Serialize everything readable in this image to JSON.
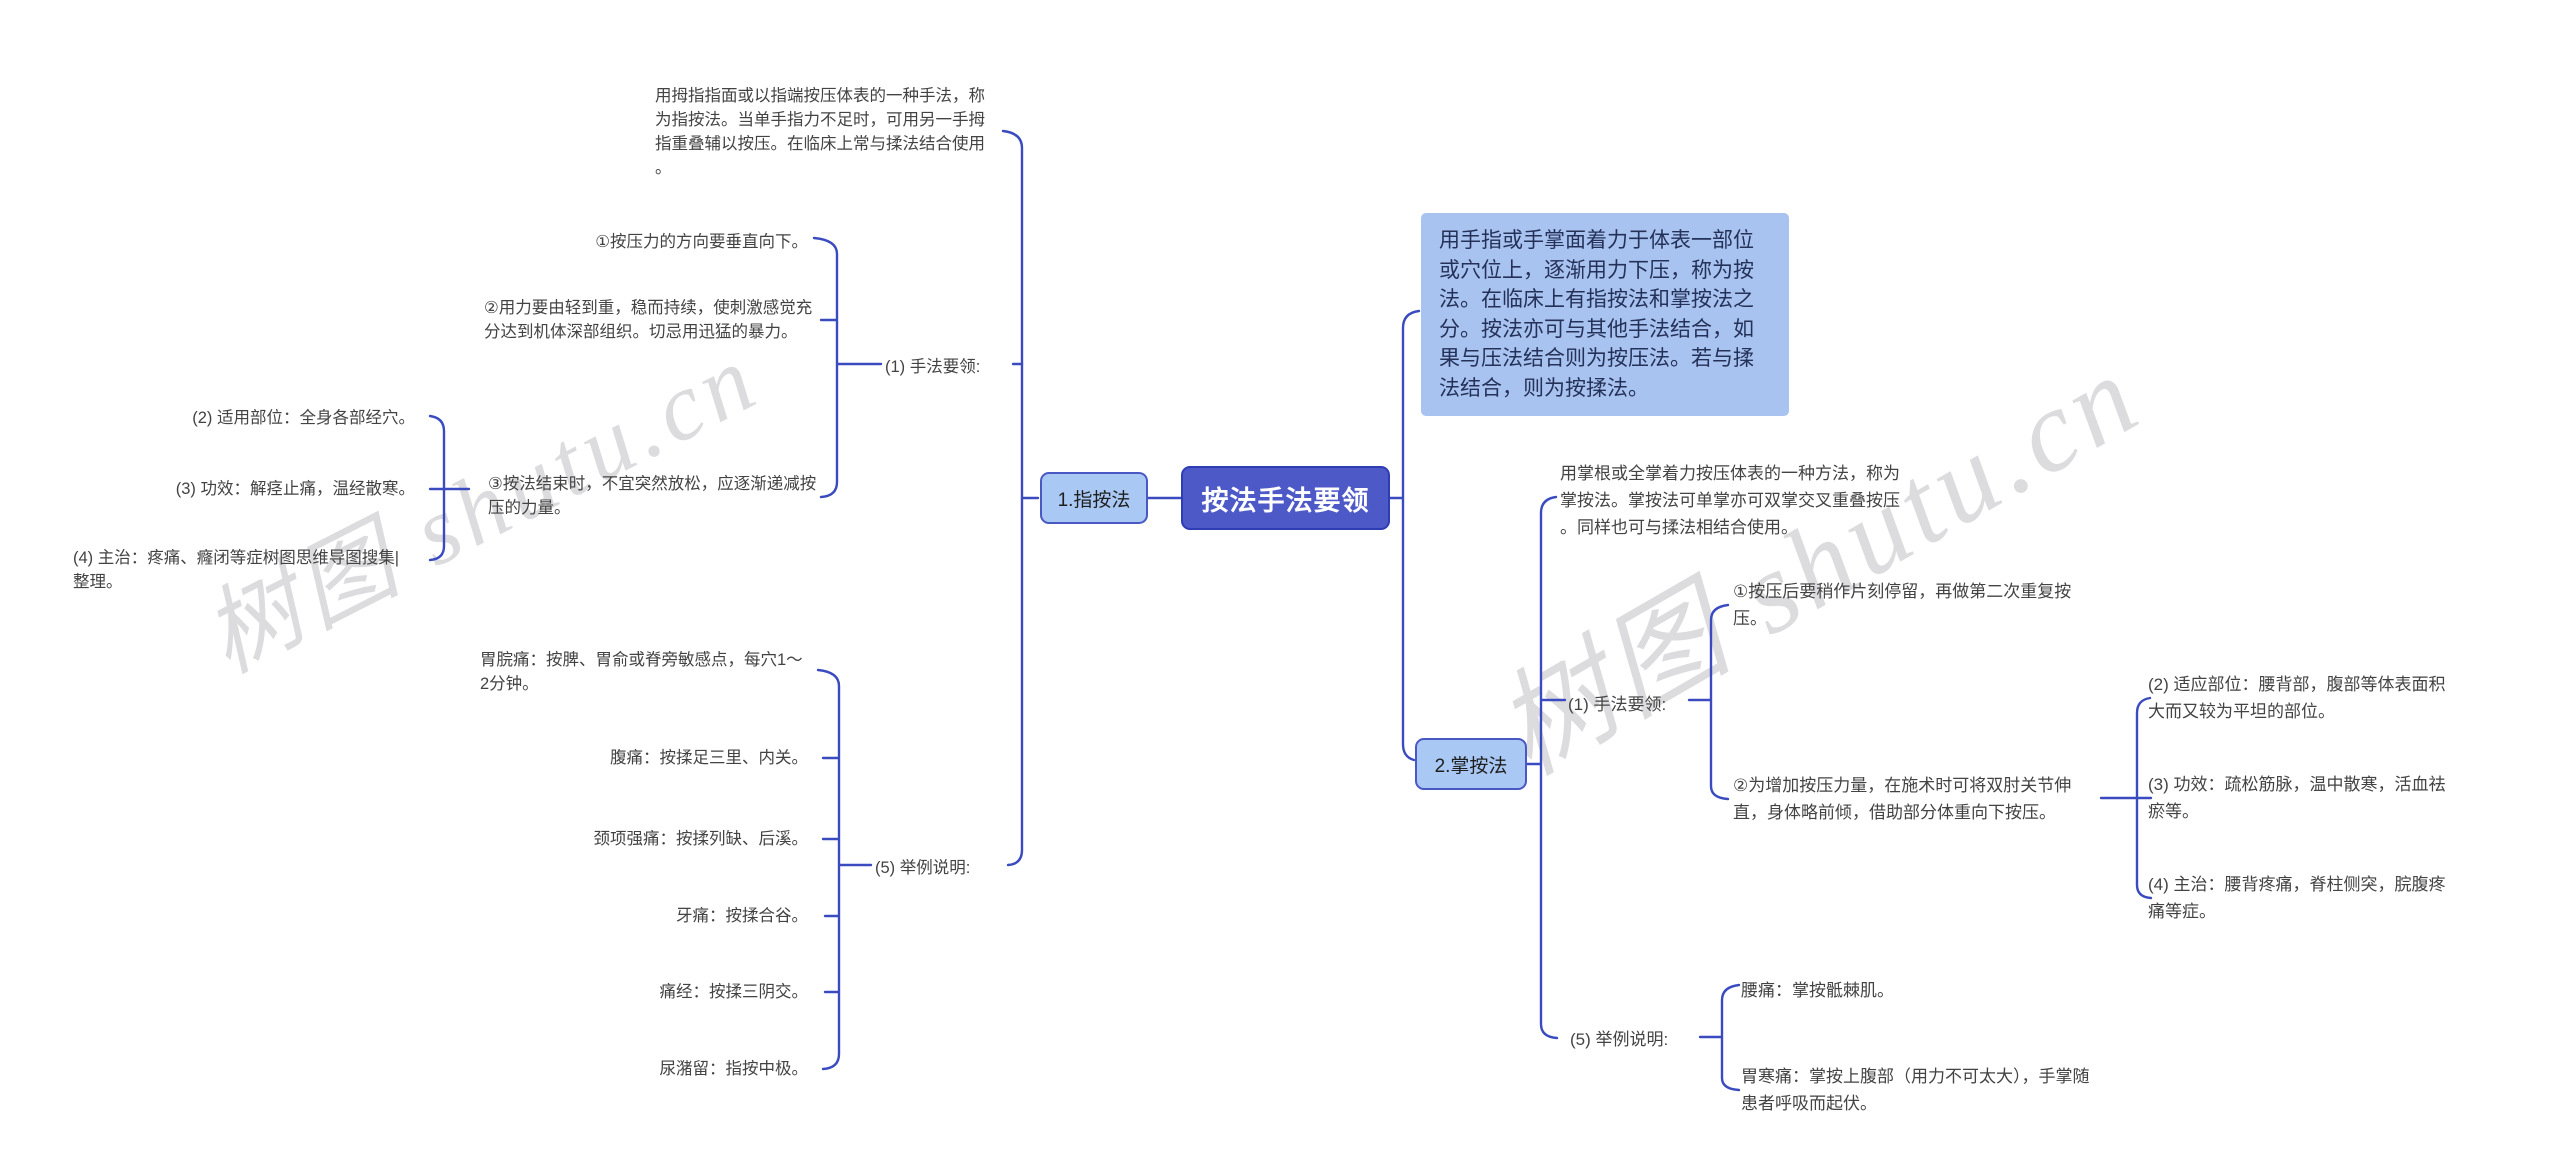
{
  "watermark": {
    "text": "树图 shutu.cn"
  },
  "colors": {
    "connector": "#3a4bc0",
    "central_fill": "#4c59c7",
    "central_border": "#2f3db5",
    "subnode_fill": "#a9c8f4",
    "subnode_border": "#4a58c4",
    "summary_fill": "#a9c3f0",
    "summary_text": "#243158",
    "body_text": "#434343"
  },
  "center": {
    "label": "按法手法要领"
  },
  "summary_box": {
    "text": "用手指或手掌面着力于体表一部位或穴位上，逐渐用力下压，称为按法。在临床上有指按法和掌按法之分。按法亦可与其他手法结合，如果与压法结合则为按压法。若与揉法结合，则为按揉法。"
  },
  "branch1": {
    "label": "1.指按法",
    "description": "用拇指指面或以指端按压体表的一种手法，称为指按法。当单手指力不足时，可用另一手拇指重叠辅以按压。在临床上常与揉法结合使用。",
    "essentials_label": "(1) 手法要领:",
    "essentials": [
      "①按压力的方向要垂直向下。",
      "②用力要由轻到重，稳而持续，使刺激感觉充分达到机体深部组织。切忌用迅猛的暴力。",
      "③按法结束时，不宜突然放松，应逐渐递减按压的力量。"
    ],
    "apply": "(2) 适用部位：全身各部经穴。",
    "effect": "(3) 功效：解痉止痛，温经散寒。",
    "indication": "(4) 主治：疼痛、癃闭等症树图思维导图搜集|整理。",
    "examples_label": "(5) 举例说明:",
    "examples": [
      "胃脘痛：按脾、胃俞或脊旁敏感点，每穴1～2分钟。",
      "腹痛：按揉足三里、内关。",
      "颈项强痛：按揉列缺、后溪。",
      "牙痛：按揉合谷。",
      "痛经：按揉三阴交。",
      "尿潴留：指按中极。"
    ]
  },
  "branch2": {
    "label": "2.掌按法",
    "description": "用掌根或全掌着力按压体表的一种方法，称为掌按法。掌按法可单掌亦可双掌交叉重叠按压。同样也可与揉法相结合使用。",
    "essentials_label": "(1) 手法要领:",
    "essentials": [
      "①按压后要稍作片刻停留，再做第二次重复按压。",
      "②为增加按压力量，在施术时可将双肘关节伸直，身体略前倾，借助部分体重向下按压。"
    ],
    "apply": "(2) 适应部位：腰背部，腹部等体表面积大而又较为平坦的部位。",
    "effect": "(3) 功效：疏松筋脉，温中散寒，活血祛瘀等。",
    "indication": "(4) 主治：腰背疼痛，脊柱侧突，脘腹疼痛等症。",
    "examples_label": "(5) 举例说明:",
    "examples": [
      "腰痛：掌按骶棘肌。",
      "胃寒痛：掌按上腹部（用力不可太大），手掌随患者呼吸而起伏。"
    ]
  }
}
